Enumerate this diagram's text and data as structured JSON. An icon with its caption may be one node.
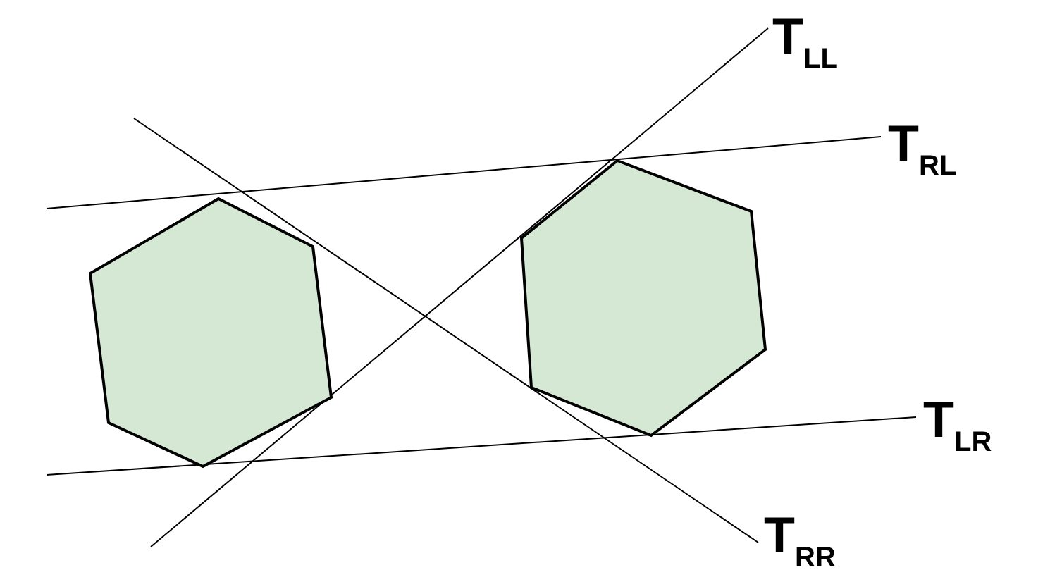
{
  "diagram": {
    "nodes": [
      {
        "text": [],
        "shape": "hexagon"
      },
      {
        "text": [],
        "shape": "hexagon"
      }
    ],
    "labels": [
      "T$_{LL}$",
      "T$_{RL}$",
      "T$_{LR}$",
      "T$_{RR}$"
    ]
  }
}
